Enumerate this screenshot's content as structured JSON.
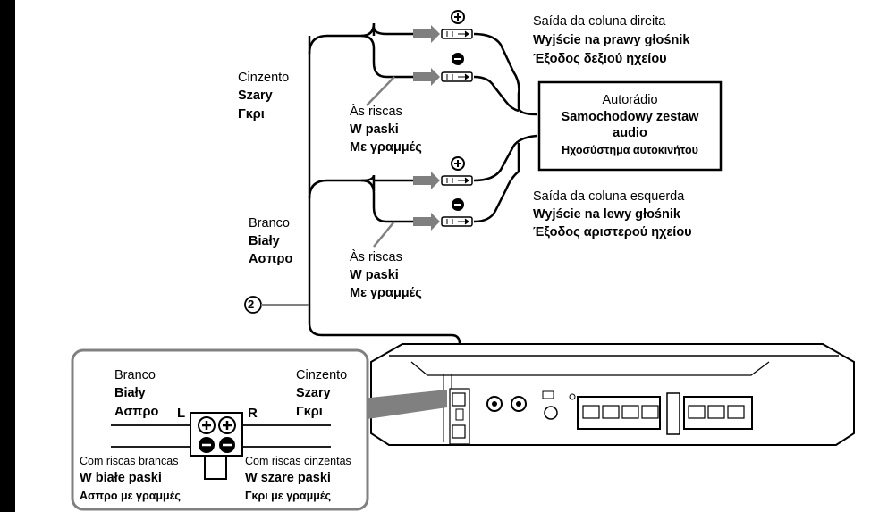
{
  "speaker_right": {
    "label_pt": "Saída da coluna direita",
    "label_pl": "Wyjście na prawy głośnik",
    "label_el": "Έξοδος δεξιού ηχείου"
  },
  "speaker_left": {
    "label_pt": "Saída da coluna esquerda",
    "label_pl": "Wyjście na lewy głośnik",
    "label_el": "Έξοδος αριστερού ηχείου"
  },
  "head_unit": {
    "label_pt": "Autorádio",
    "label_pl_1": "Samochodowy zestaw",
    "label_pl_2": "audio",
    "label_el": "Ηχοσύστημα αυτοκινήτου"
  },
  "wire_grey": {
    "pt": "Cinzento",
    "pl": "Szary",
    "el": "Γκρι"
  },
  "wire_white": {
    "pt": "Branco",
    "pl": "Biały",
    "el": "Ασπρο"
  },
  "stripes_1": {
    "pt": "Às riscas",
    "pl": "W paski",
    "el": "Με γραμμές"
  },
  "stripes_2": {
    "pt": "Às riscas",
    "pl": "W paski",
    "el": "Με γραμμές"
  },
  "callout_number": "2",
  "polarity": {
    "plus": "+",
    "minus": "−"
  },
  "inset": {
    "left_color": {
      "pt": "Branco",
      "pl": "Biały",
      "el": "Ασπρο"
    },
    "right_color": {
      "pt": "Cinzento",
      "pl": "Szary",
      "el": "Γκρι"
    },
    "channel_left": "L",
    "channel_right": "R",
    "left_stripes": {
      "pt": "Com riscas brancas",
      "pl": "W białe paski",
      "el": "Ασπρο με γραμμές"
    },
    "right_stripes": {
      "pt": "Com riscas cinzentas",
      "pl": "W szare paski",
      "el": "Γκρι με γραμμές"
    }
  },
  "colors": {
    "line": "#000000",
    "arrow": "#7f7f7f",
    "callout": "#808080",
    "inset_border": "#808080"
  }
}
